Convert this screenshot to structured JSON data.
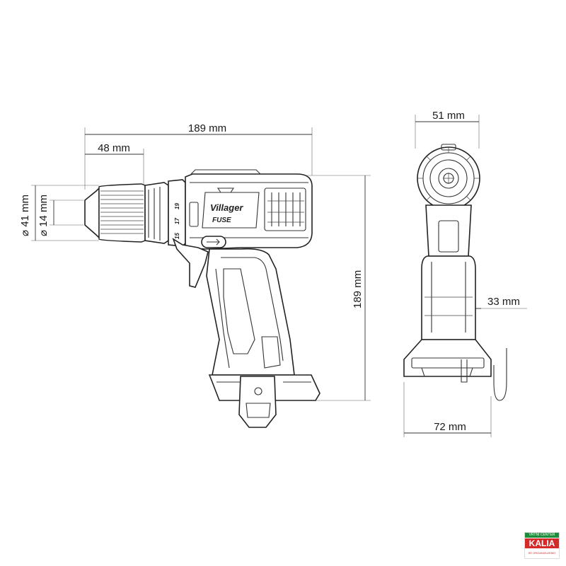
{
  "dimensions": {
    "total_length": "189 mm",
    "chuck_length": "48 mm",
    "chuck_outer_diameter": "41 mm",
    "chuck_inner_diameter": "14 mm",
    "height": "189 mm",
    "top_width": "51 mm",
    "grip_width": "33 mm",
    "base_width": "72 mm",
    "diameter_symbol": "⌀"
  },
  "tool": {
    "brand": "Villager",
    "series": "FUSE",
    "clutch_numbers": [
      "19",
      "17",
      "15"
    ]
  },
  "badge": {
    "top": "VRTNI CENTER",
    "main": "KALIA",
    "bottom": "SE ORGANIZUJEMO"
  },
  "colors": {
    "badge_green": "#1e8c3a",
    "badge_red": "#d42a2a"
  }
}
